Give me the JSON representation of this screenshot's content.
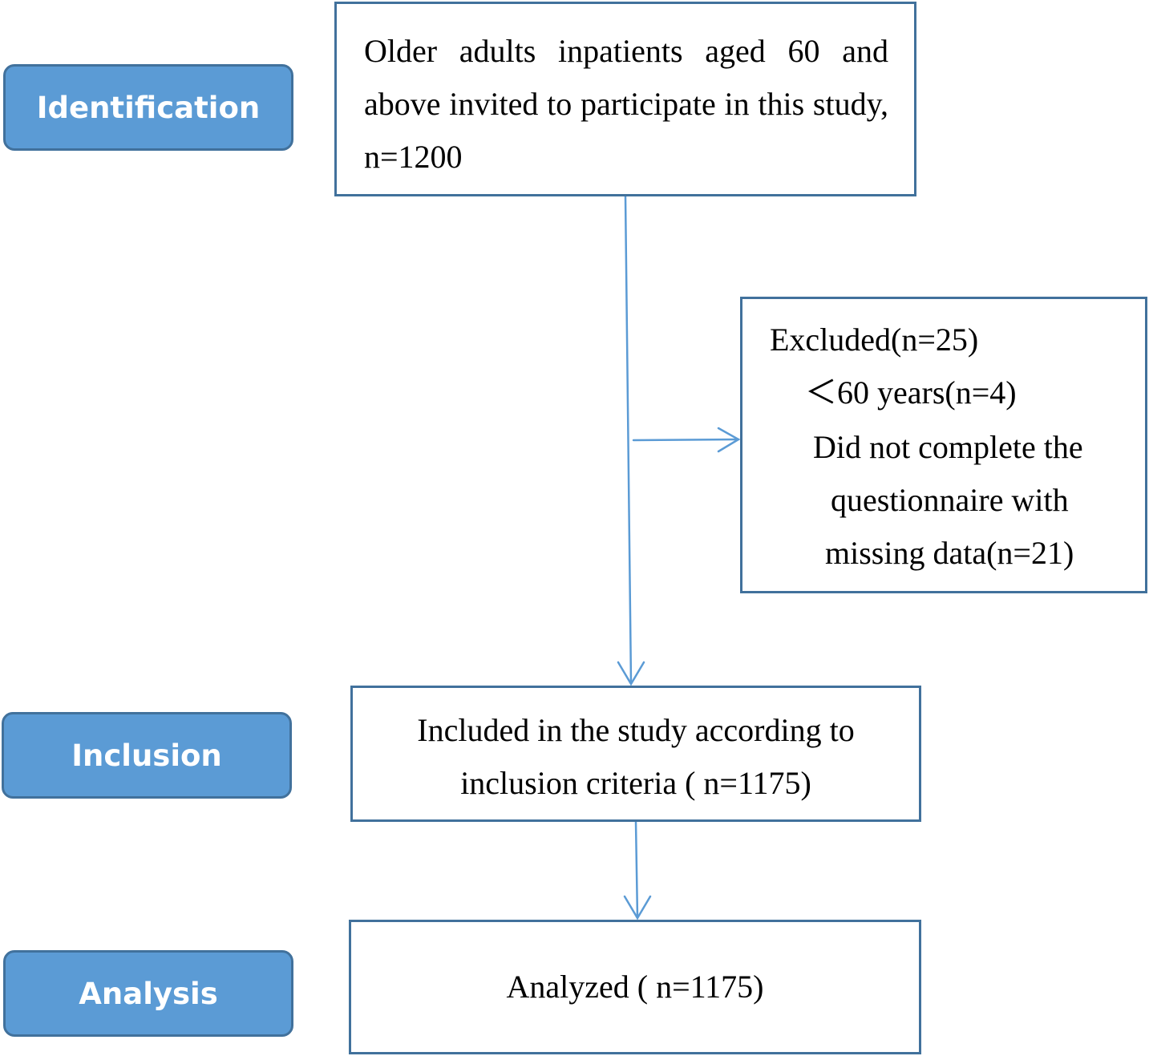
{
  "stages": {
    "identification": "Identification",
    "inclusion": "Inclusion",
    "analysis": "Analysis"
  },
  "boxes": {
    "invited": "Older adults inpatients aged 60 and above invited to participate in this study, n=1200",
    "excluded": {
      "title": "Excluded(n=25)",
      "reason_age": "＜60 years(n=4)",
      "reason_missing_line1": "Did not complete the",
      "reason_missing_line2": "questionnaire with",
      "reason_missing_line3": "missing data(n=21)"
    },
    "included": {
      "line1": "Included in the study according to",
      "line2": "inclusion criteria ( n=1175)"
    },
    "analyzed": "Analyzed ( n=1175)"
  },
  "colors": {
    "stage_fill": "#5b9bd5",
    "stage_border": "#41719c",
    "box_border": "#41719c",
    "arrow": "#5b9bd5"
  }
}
